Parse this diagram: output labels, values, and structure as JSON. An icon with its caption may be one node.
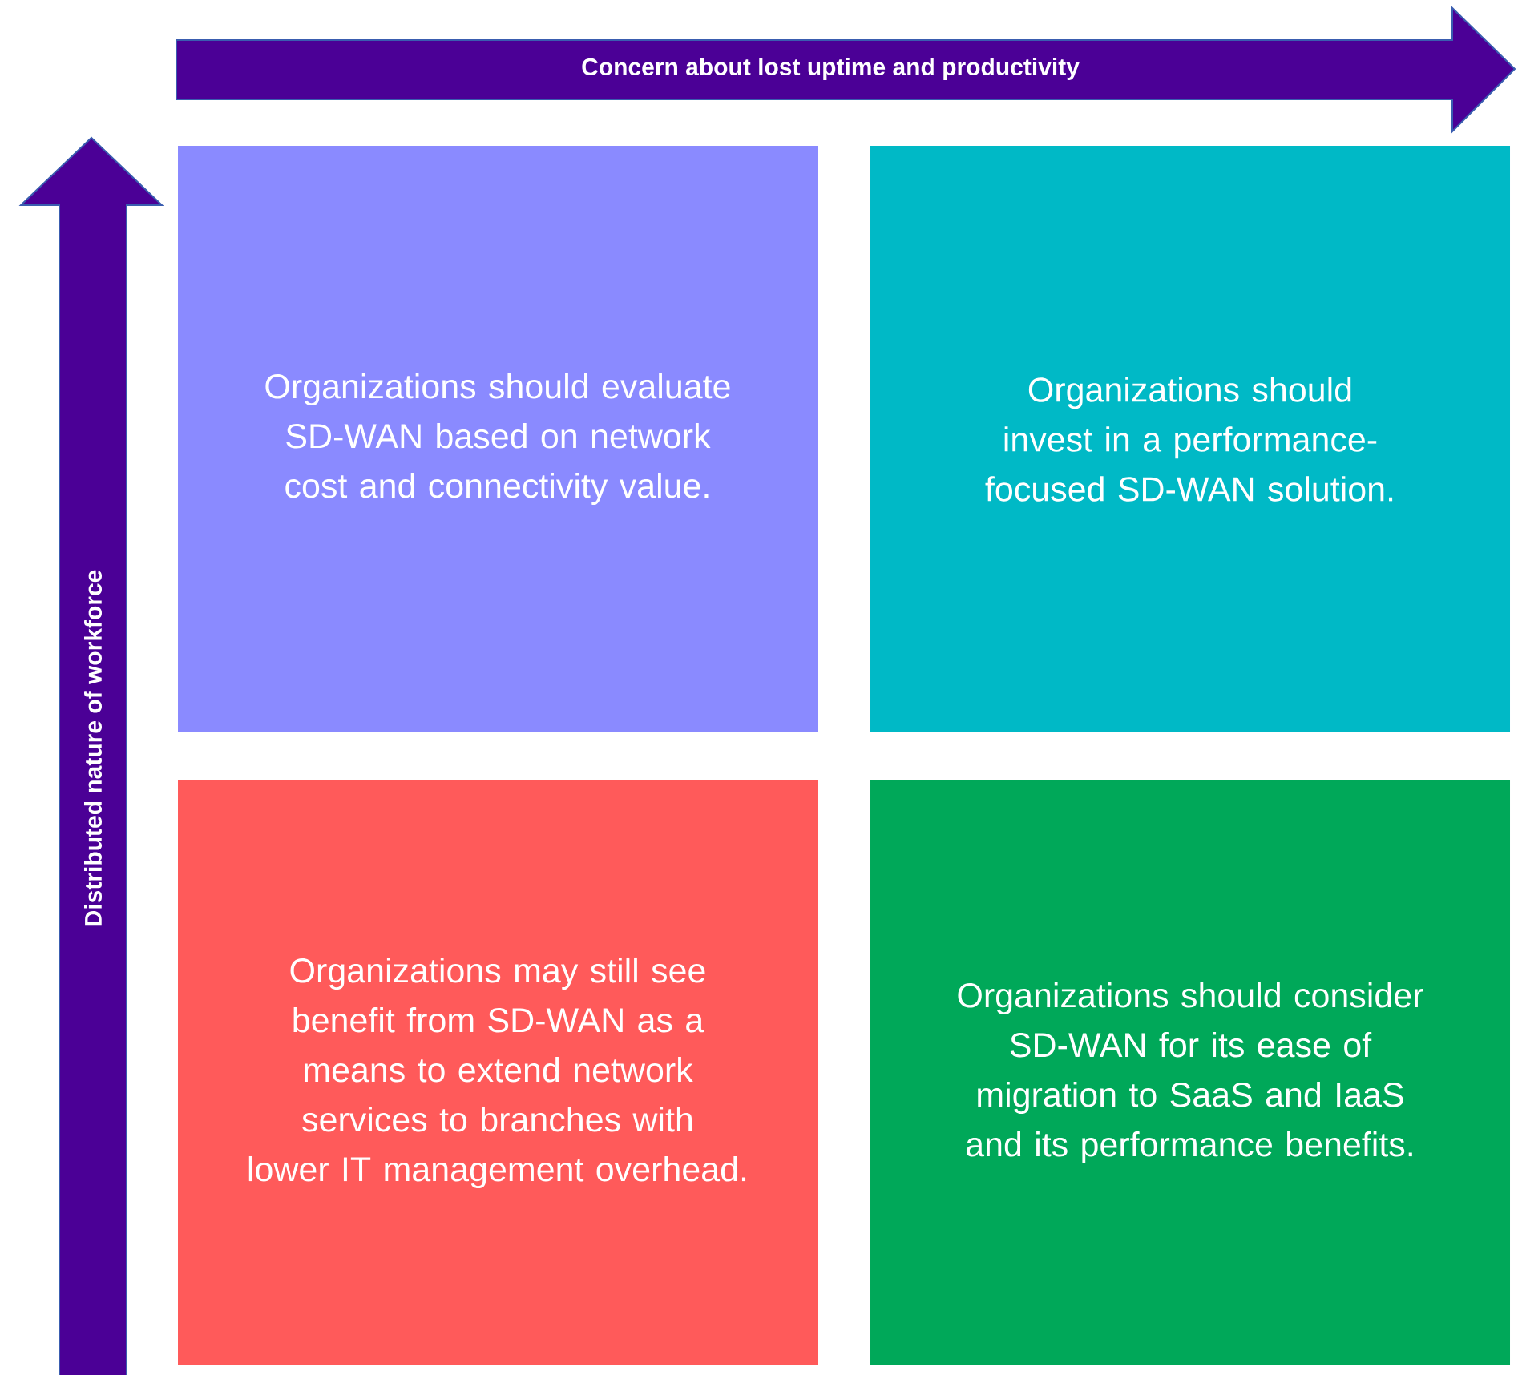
{
  "diagram": {
    "nodes": [
      {
        "text": [
          "Concern about lost uptime and productivity"
        ]
      },
      {
        "text": [
          "Distributed nature of workforce"
        ]
      },
      {
        "text": [
          "Organizations should evaluate SD-WAN based on network cost and connectivity value."
        ]
      },
      {
        "text": [
          "Organizations should invest in a performance-focused SD-WAN solution."
        ]
      },
      {
        "text": [
          "Organizations may still see benefit from SD-WAN as a means to extend network services to branches with lower IT management overhead."
        ]
      },
      {
        "text": [
          "Organizations should consider SD-WAN for its ease of migration to SaaS and IaaS and its performance benefits."
        ]
      }
    ]
  }
}
